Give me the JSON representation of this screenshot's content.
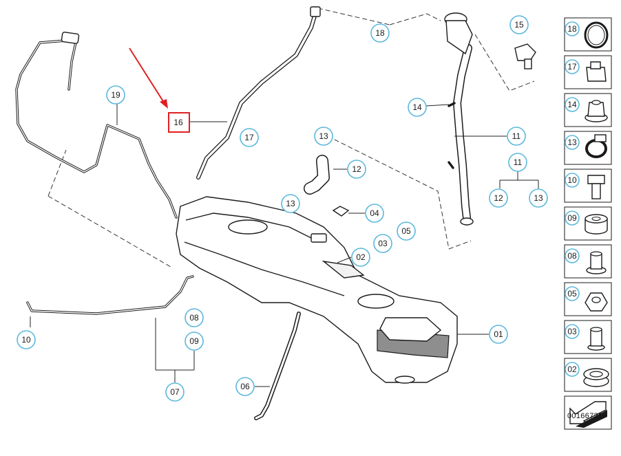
{
  "diagram": {
    "code": "00166721",
    "highlight_color": "#e02020",
    "callout_color": "#5bb8dc",
    "highlighted_part": "16",
    "callouts": {
      "c18": "18",
      "c15": "15",
      "c19": "19",
      "c16": "16",
      "c17": "17",
      "c14": "14",
      "c13a": "13",
      "c12a": "12",
      "c11a": "11",
      "c11b": "11",
      "c12b": "12",
      "c13b": "13",
      "c13c": "13",
      "c04": "04",
      "c05": "05",
      "c03": "03",
      "c02": "02",
      "c01": "01",
      "c10": "10",
      "c08": "08",
      "c09": "09",
      "c07": "07",
      "c06": "06"
    },
    "legend": [
      {
        "number": "18",
        "icon": "o-ring-icon"
      },
      {
        "number": "17",
        "icon": "clip-icon"
      },
      {
        "number": "14",
        "icon": "collar-nut-icon"
      },
      {
        "number": "13",
        "icon": "hose-clamp-icon"
      },
      {
        "number": "10",
        "icon": "bolt-icon"
      },
      {
        "number": "09",
        "icon": "grommet-icon"
      },
      {
        "number": "08",
        "icon": "bushing-icon"
      },
      {
        "number": "05",
        "icon": "hex-nut-icon"
      },
      {
        "number": "03",
        "icon": "sleeve-icon"
      },
      {
        "number": "02",
        "icon": "rubber-mount-icon"
      }
    ]
  }
}
